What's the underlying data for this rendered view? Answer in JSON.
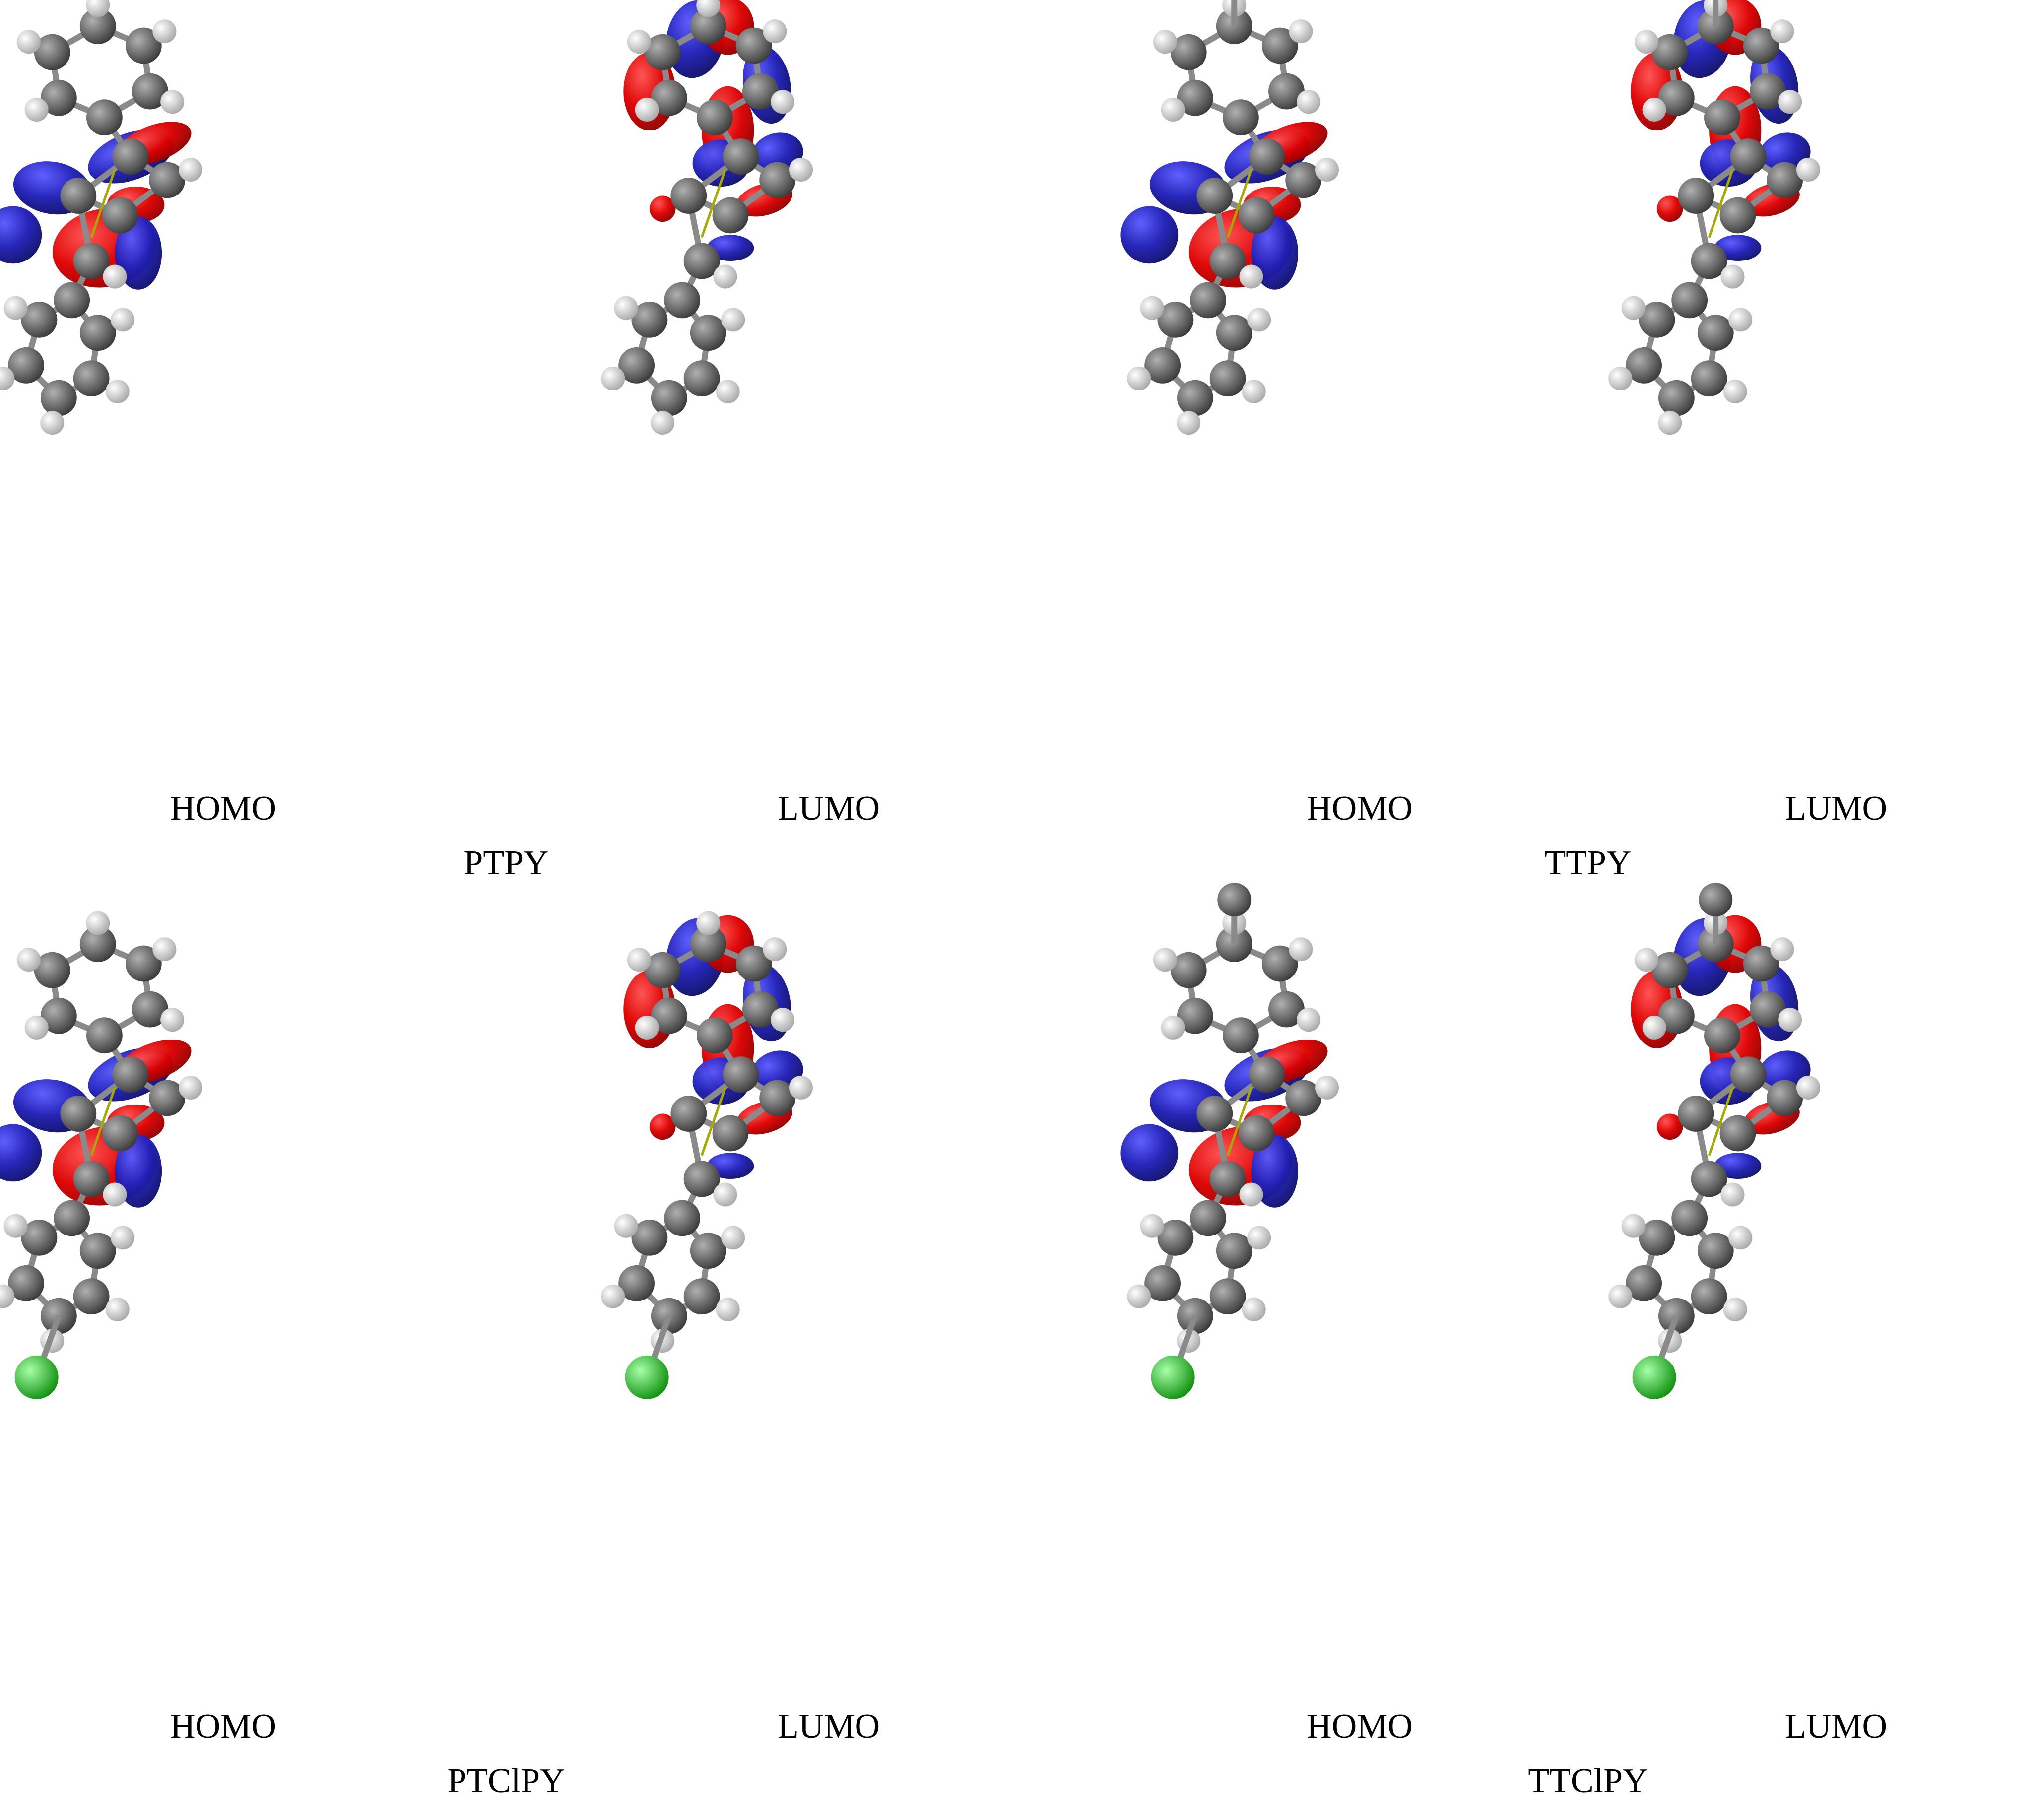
{
  "panels": [
    {
      "orbital": "HOMO",
      "molecule": "PTPY",
      "methyl": false,
      "chloro": false,
      "phase": "homo"
    },
    {
      "orbital": "LUMO",
      "molecule": "PTPY",
      "methyl": false,
      "chloro": false,
      "phase": "lumo"
    },
    {
      "orbital": "HOMO",
      "molecule": "TTPY",
      "methyl": true,
      "chloro": false,
      "phase": "homo"
    },
    {
      "orbital": "LUMO",
      "molecule": "TTPY",
      "methyl": true,
      "chloro": false,
      "phase": "lumo"
    },
    {
      "orbital": "HOMO",
      "molecule": "PTClPY",
      "methyl": false,
      "chloro": true,
      "phase": "homo"
    },
    {
      "orbital": "LUMO",
      "molecule": "PTClPY",
      "methyl": false,
      "chloro": true,
      "phase": "lumo"
    },
    {
      "orbital": "HOMO",
      "molecule": "TTClPY",
      "methyl": true,
      "chloro": true,
      "phase": "homo"
    },
    {
      "orbital": "LUMO",
      "molecule": "TTClPY",
      "methyl": true,
      "chloro": true,
      "phase": "lumo"
    }
  ],
  "molecule_labels": [
    "PTPY",
    "TTPY",
    "PTClPY",
    "TTClPY"
  ],
  "colors": {
    "lobe_positive": "#cc0000",
    "lobe_negative": "#1a1aa8",
    "carbon": "#555555",
    "hydrogen": "#e0e0e0",
    "chlorine": "#22cc22",
    "bond": "#8a8a8a",
    "transition_arrow": "#a8a800"
  }
}
